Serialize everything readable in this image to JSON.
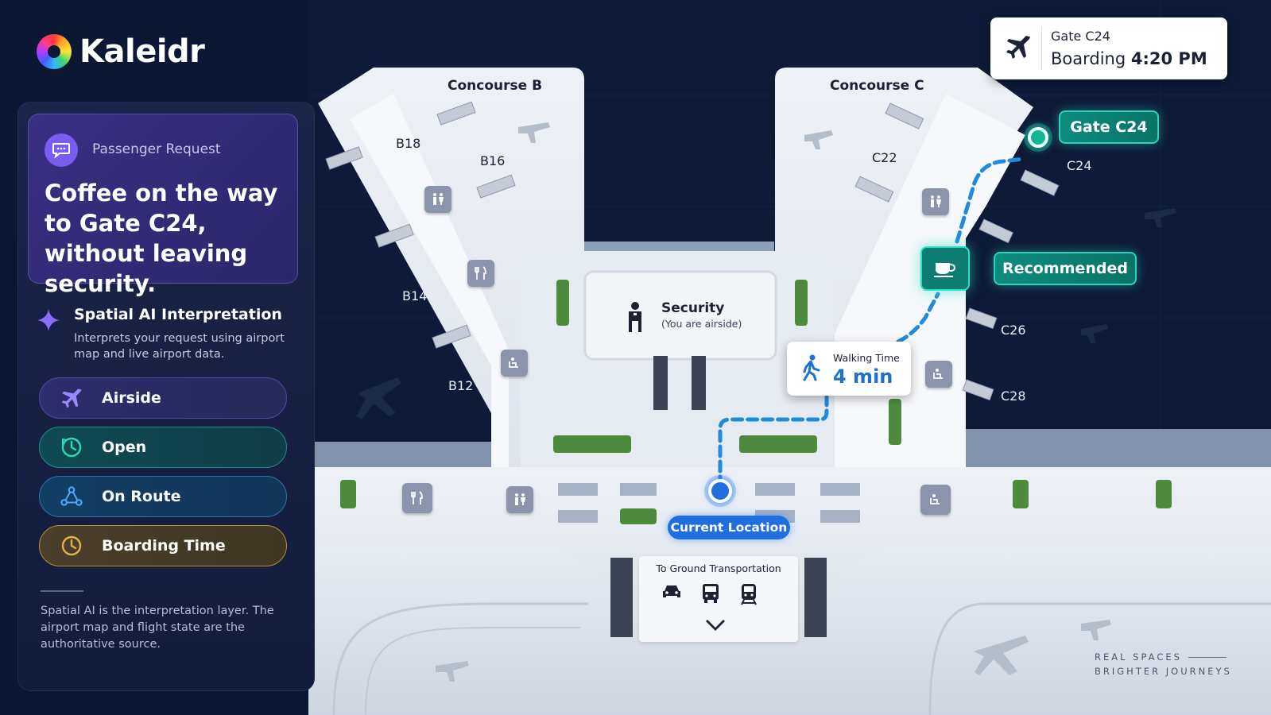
{
  "brand": {
    "name": "Kaleidr"
  },
  "request": {
    "label": "Passenger Request",
    "text": "Coffee on the way to Gate C24, without leaving security."
  },
  "ai": {
    "title": "Spatial AI Interpretation",
    "description": "Interprets your request using airport map and live airport data."
  },
  "filters": [
    {
      "label": "Airside",
      "icon": "airplane-icon",
      "color": "#8f7dff"
    },
    {
      "label": "Open",
      "icon": "clock-icon",
      "color": "#33d6b0"
    },
    {
      "label": "On Route",
      "icon": "route-icon",
      "color": "#4ea6ff"
    },
    {
      "label": "Boarding Time",
      "icon": "clock-icon",
      "color": "#e2b04c"
    }
  ],
  "footnote": "Spatial AI is the interpretation layer. The airport map and flight state are the authoritative source.",
  "flight": {
    "gate": "Gate C24",
    "boarding_label": "Boarding",
    "boarding_time": "4:20 PM"
  },
  "map": {
    "concourse_b": "Concourse B",
    "concourse_c": "Concourse C",
    "gates_b": [
      "B18",
      "B16",
      "B14",
      "B12"
    ],
    "gates_c": [
      "C22",
      "C24",
      "C26",
      "C28"
    ],
    "gate_tag": "Gate C24",
    "recommended": "Recommended",
    "security_title": "Security",
    "security_sub": "(You are airside)",
    "walking_label": "Walking Time",
    "walking_value": "4 min",
    "current_location": "Current Location",
    "ground_label": "To Ground Transportation"
  },
  "tagline": {
    "line1": "REAL SPACES",
    "line2": "BRIGHTER JOURNEYS"
  },
  "colors": {
    "accent_teal": "#0d8c7e",
    "route_blue": "#1f8be0",
    "background": "#0b1733"
  }
}
